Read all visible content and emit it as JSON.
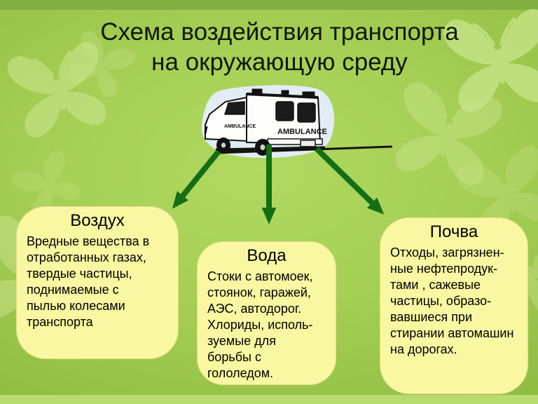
{
  "title": {
    "line1": "Схема воздействия транспорта",
    "line2": "на окружающую среду"
  },
  "ambulance": {
    "side_text": "AMBULANCE",
    "rear_text": "AMBULANCE"
  },
  "boxes": [
    {
      "title": "Воздух",
      "body": "Вредные вещества в\nотработанных газах,\nтвердые частицы,\nподнимаемые с\nпылью колесами\nтранспорта"
    },
    {
      "title": "Вода",
      "body": "Стоки с автомоек,\nстоянок, гаражей,\nАЭС, автодорог.\nХлориды, исполь-\nзуемые для\nборьбы с\nгололедом."
    },
    {
      "title": "Почва",
      "body": "Отходы, загрязнен-\nные нефтепродук-\nтами , сажевые\nчастицы, образо-\nвавшиеся при\nстирании автомашин\nна дорогах."
    }
  ],
  "icons": {
    "ambulance": "ambulance-clipart",
    "butterfly": "butterfly-silhouette",
    "arrow": "green-arrow"
  },
  "colors": {
    "background": "#a4ce53",
    "top_band": "#81af41",
    "bottom_strip": "#b8dc6d",
    "box_fill": "#f9f7a1",
    "arrow": "#146f14",
    "title_text": "#10180a",
    "butterfly": "#cbe48d",
    "ambulance_blob": "#e2ecf4"
  }
}
